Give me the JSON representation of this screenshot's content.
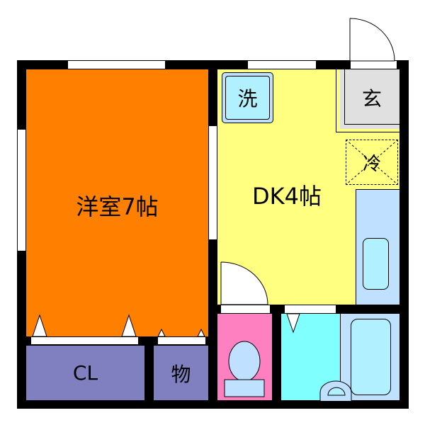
{
  "plan": {
    "colors": {
      "wall": "#000000",
      "western_room": "#ff8000",
      "dk": "#ffff80",
      "closet": "#8080c0",
      "toilet": "#ff80c0",
      "washroom": "#80ffff",
      "fixture_blue": "#c0e0ff",
      "fixture_inner": "#b0f0ff",
      "genkan": "#e0e0e0"
    },
    "rooms": {
      "western": {
        "label": "洋室7帖"
      },
      "dk": {
        "label": "DK4帖"
      },
      "closet": {
        "label": "CL"
      },
      "storage": {
        "label": "物"
      },
      "washer": {
        "label": "洗"
      },
      "genkan": {
        "label": "玄"
      },
      "fridge": {
        "label": "冷"
      }
    }
  }
}
